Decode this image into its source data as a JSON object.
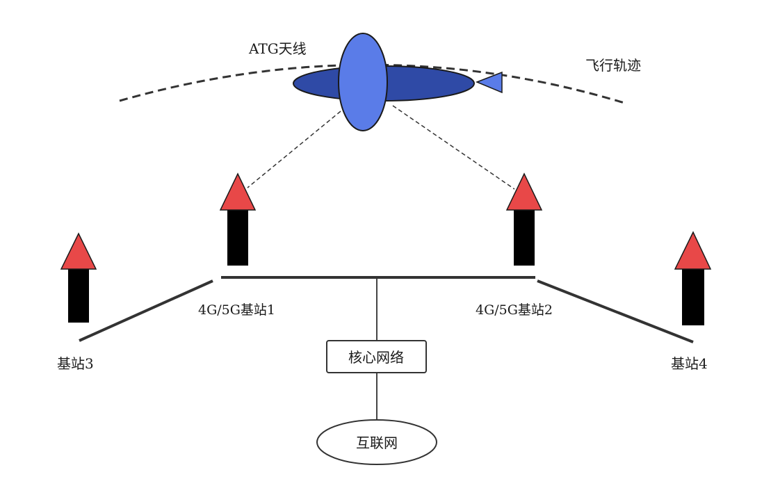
{
  "labels": {
    "antenna": "ATG天线",
    "flight_path": "飞行轨迹",
    "bs1": "4G/5G基站1",
    "bs2": "4G/5G基站2",
    "bs3": "基站3",
    "bs4": "基站4",
    "core": "核心网络",
    "internet": "互联网"
  },
  "colors": {
    "airplane_body": "#2f4aa6",
    "airplane_wing": "#5a7ce8",
    "tower_top": "#e84848",
    "tower_mast": "#000000",
    "line": "#333333"
  },
  "icons": {
    "airplane": "airplane-icon",
    "tower": "base-station-tower-icon"
  }
}
